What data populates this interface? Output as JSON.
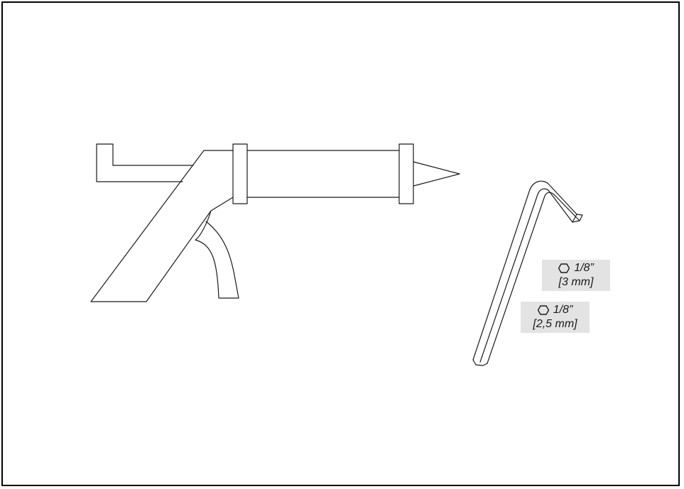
{
  "labels": [
    {
      "icon": "hexagon-icon",
      "size": "1/8”",
      "metric": "[3 mm]"
    },
    {
      "icon": "hexagon-icon",
      "size": "1/8”",
      "metric": "[2,5 mm]"
    }
  ],
  "colors": {
    "line": "#1a1a1a",
    "label_background": "#e3e3e3",
    "frame": "#000000"
  }
}
